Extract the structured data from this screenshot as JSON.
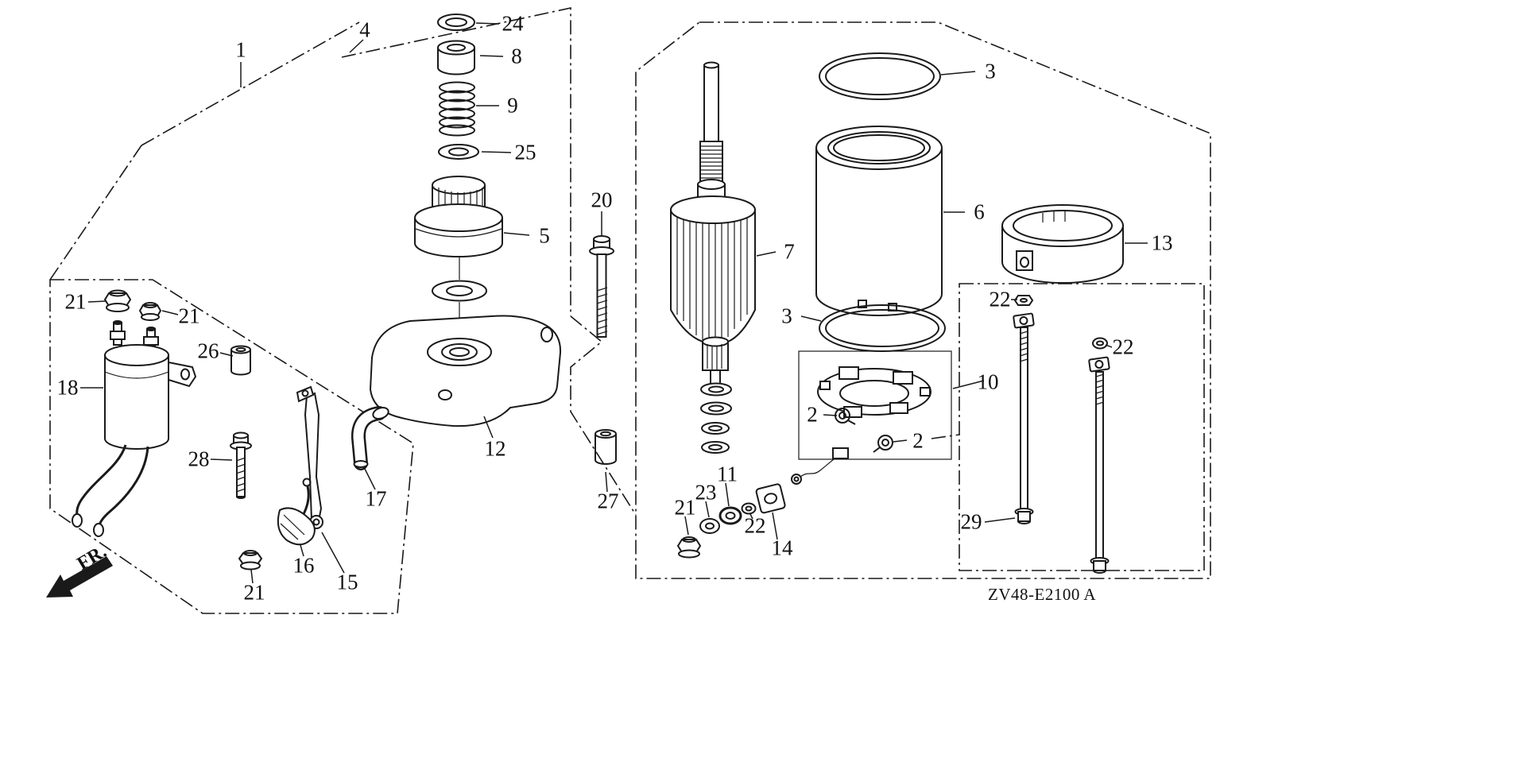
{
  "diagram": {
    "code": "ZV48-E2100 A",
    "direction_label": "FR."
  },
  "labels": [
    {
      "id": "1",
      "text": "1"
    },
    {
      "id": "4",
      "text": "4"
    },
    {
      "id": "24",
      "text": "24"
    },
    {
      "id": "8",
      "text": "8"
    },
    {
      "id": "9",
      "text": "9"
    },
    {
      "id": "25",
      "text": "25"
    },
    {
      "id": "5",
      "text": "5"
    },
    {
      "id": "20",
      "text": "20"
    },
    {
      "id": "3-top",
      "text": "3"
    },
    {
      "id": "6",
      "text": "6"
    },
    {
      "id": "13",
      "text": "13"
    },
    {
      "id": "7",
      "text": "7"
    },
    {
      "id": "3-bottom",
      "text": "3"
    },
    {
      "id": "22-a",
      "text": "22"
    },
    {
      "id": "22-b",
      "text": "22"
    },
    {
      "id": "10",
      "text": "10"
    },
    {
      "id": "2-a",
      "text": "2"
    },
    {
      "id": "2-b",
      "text": "2"
    },
    {
      "id": "12",
      "text": "12"
    },
    {
      "id": "18",
      "text": "18"
    },
    {
      "id": "21-a",
      "text": "21"
    },
    {
      "id": "21-b",
      "text": "21"
    },
    {
      "id": "26",
      "text": "26"
    },
    {
      "id": "28",
      "text": "28"
    },
    {
      "id": "17",
      "text": "17"
    },
    {
      "id": "27",
      "text": "27"
    },
    {
      "id": "11",
      "text": "11"
    },
    {
      "id": "23",
      "text": "23"
    },
    {
      "id": "21-c",
      "text": "21"
    },
    {
      "id": "22-c",
      "text": "22"
    },
    {
      "id": "14",
      "text": "14"
    },
    {
      "id": "16",
      "text": "16"
    },
    {
      "id": "15",
      "text": "15"
    },
    {
      "id": "21-d",
      "text": "21"
    },
    {
      "id": "29",
      "text": "29"
    }
  ]
}
